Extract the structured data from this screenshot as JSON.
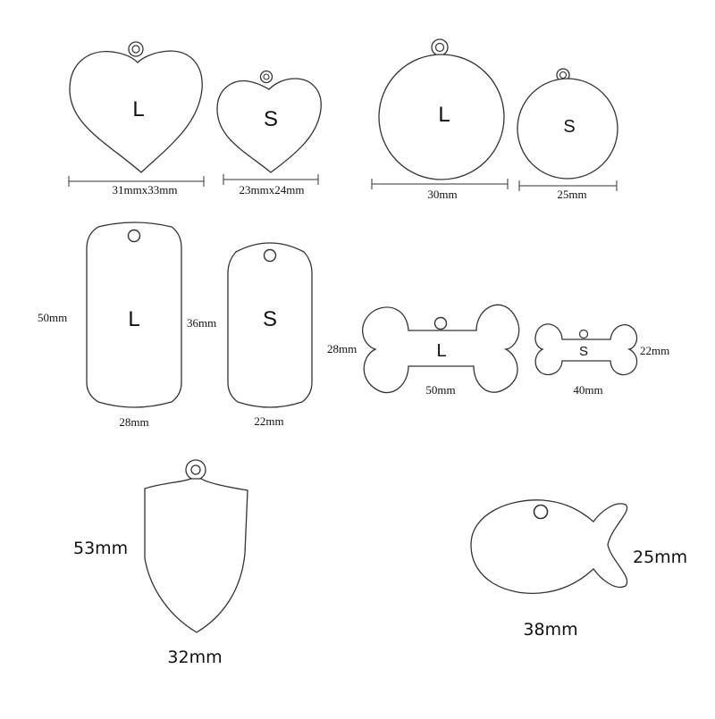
{
  "tags": {
    "heart_large": {
      "size": "L",
      "dimension": "31mmx33mm"
    },
    "heart_small": {
      "size": "S",
      "dimension": "23mmx24mm"
    },
    "round_large": {
      "size": "L",
      "dimension": "30mm"
    },
    "round_small": {
      "size": "S",
      "dimension": "25mm"
    },
    "dogtag_large": {
      "size": "L",
      "height": "50mm",
      "width": "28mm"
    },
    "dogtag_small": {
      "size": "S",
      "height": "36mm",
      "width": "22mm"
    },
    "bone_large": {
      "size": "L",
      "height": "28mm",
      "width": "50mm"
    },
    "bone_small": {
      "size": "S",
      "height": "22mm",
      "width": "40mm"
    },
    "shield": {
      "height": "53mm",
      "width": "32mm"
    },
    "fish": {
      "height": "25mm",
      "width": "38mm"
    }
  },
  "colors": {
    "outline": "#333333",
    "background": "#ffffff",
    "text": "#111111"
  }
}
